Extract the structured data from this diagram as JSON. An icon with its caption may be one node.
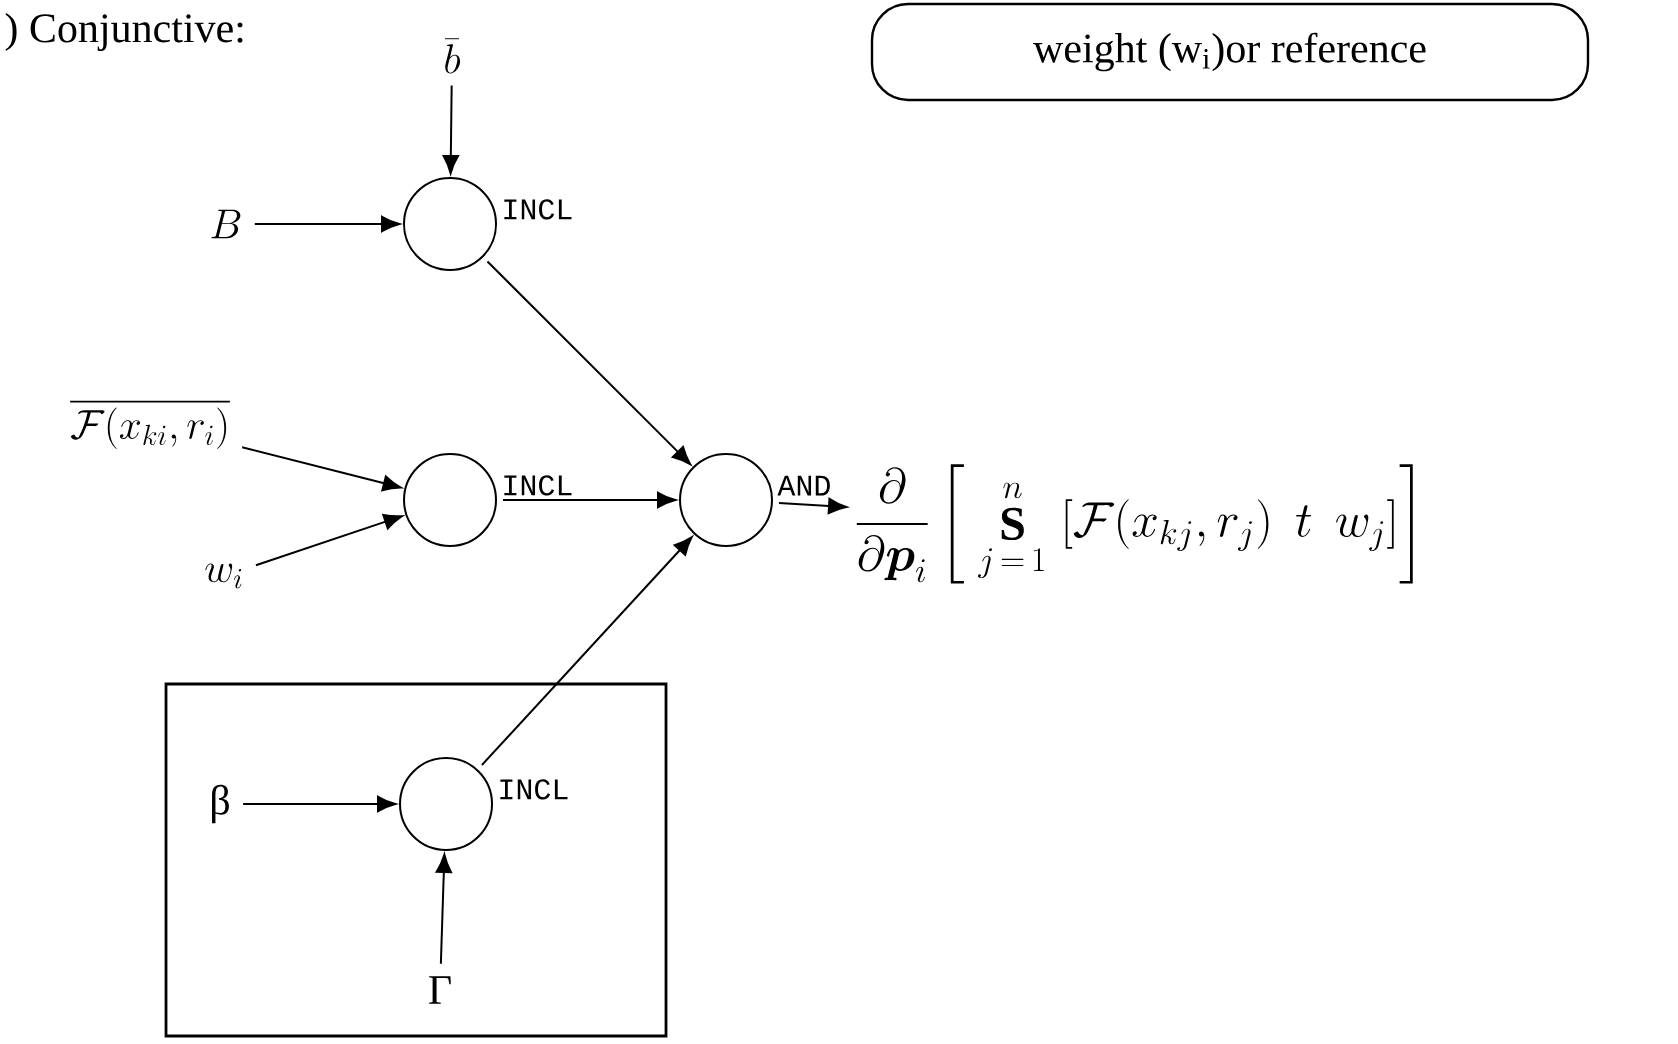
{
  "diagram": {
    "nodes": [
      {
        "text": [
          "weight (w$_{i}$)or reference"
        ]
      },
      {
        "text": [
          "\\bar{b}"
        ]
      },
      {
        "text": [
          "B"
        ]
      },
      {
        "text": [],
        "shape": "circle",
        "beside": [
          "INCL"
        ]
      },
      {
        "text": [
          "\\overline{\\mathcal{F}(x_{ki}, r_{i})}"
        ]
      },
      {
        "text": [
          "w_{i}"
        ]
      },
      {
        "text": [],
        "shape": "circle",
        "beside": [
          "INCL"
        ]
      },
      {
        "text": [],
        "shape": "circle",
        "beside": [
          "AND"
        ]
      },
      {
        "text": [
          "\\frac{\\partial}{\\partial \\boldsymbol{p}_{i}}\\left[\\;\\mathop{\\mathbf{S}}\\limits_{j\\,=\\,1}^{n}\\;[\\mathcal{F}(x_{kj}, r_{j})\\;\\,t\\;\\,w_{j}]\\right]"
        ]
      },
      {
        "text": [],
        "shape": "box"
      },
      {
        "text": [
          "β"
        ],
        "in": 9
      },
      {
        "text": [],
        "shape": "circle",
        "in": 9,
        "beside": [
          "INCL"
        ]
      },
      {
        "text": [
          "Γ"
        ],
        "in": 9
      }
    ],
    "edges": [
      {
        "from": 1,
        "to": 3,
        "arrow": "to"
      },
      {
        "from": 2,
        "to": 3,
        "arrow": "to"
      },
      {
        "from": 4,
        "to": 6,
        "arrow": "to"
      },
      {
        "from": 5,
        "to": 6,
        "arrow": "to"
      },
      {
        "from": 3,
        "to": 7,
        "arrow": "to"
      },
      {
        "from": 6,
        "to": 7,
        "arrow": "to"
      },
      {
        "from": 11,
        "to": 7,
        "arrow": "to"
      },
      {
        "from": 7,
        "to": 8,
        "arrow": "to"
      },
      {
        "from": 10,
        "to": 11,
        "arrow": "to"
      },
      {
        "from": 12,
        "to": 11,
        "arrow": "to"
      }
    ],
    "labels": [
      ") Conjunctive:"
    ]
  }
}
